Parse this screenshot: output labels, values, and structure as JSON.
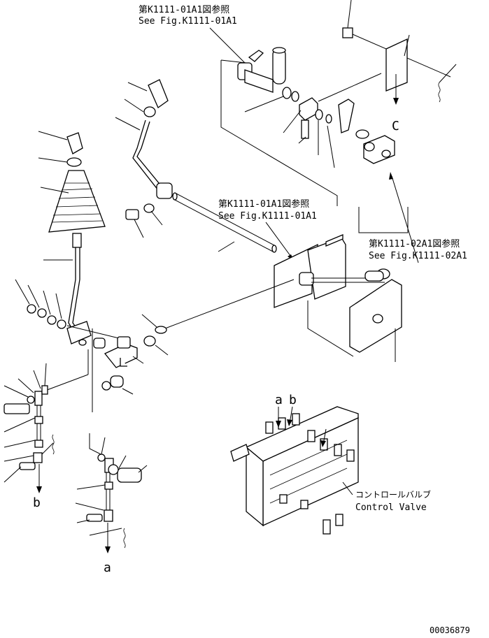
{
  "refs": {
    "top": {
      "jp": "第K1111-01A1図参照",
      "en": "See Fig.K1111-01A1"
    },
    "middle": {
      "jp": "第K1111-01A1図参照",
      "en": "See Fig.K1111-01A1"
    },
    "right": {
      "jp": "第K1111-02A1図参照",
      "en": "See Fig.K1111-02A1"
    }
  },
  "markers": {
    "a": "a",
    "b": "b",
    "c": "C"
  },
  "valve_label": {
    "jp": "コントロールバルブ",
    "en": "Control Valve"
  },
  "drawing_number": "00036879"
}
